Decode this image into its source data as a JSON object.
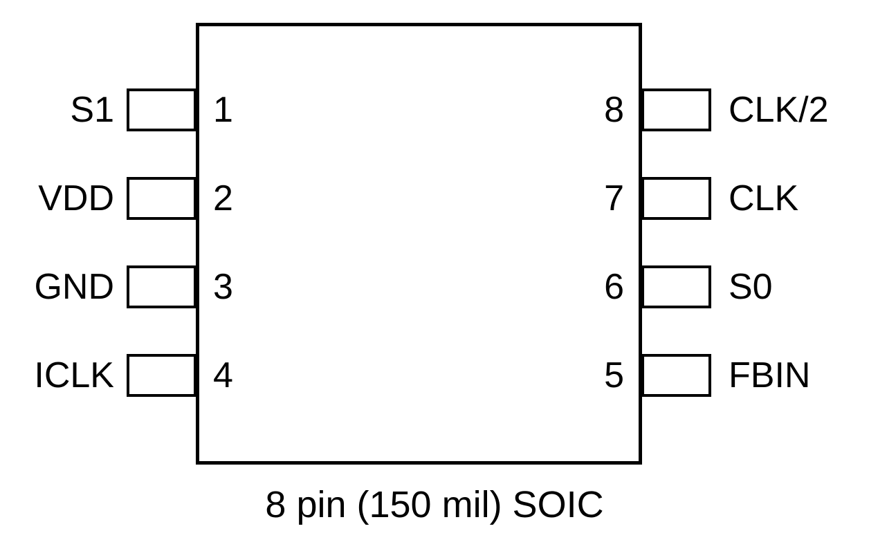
{
  "diagram": {
    "caption": "8 pin (150 mil) SOIC",
    "package_outline_name": "ic-body-outline",
    "colors": {
      "stroke": "#000000",
      "background": "#ffffff"
    },
    "left_pins": [
      {
        "number": "1",
        "label": "S1"
      },
      {
        "number": "2",
        "label": "VDD"
      },
      {
        "number": "3",
        "label": "GND"
      },
      {
        "number": "4",
        "label": "ICLK"
      }
    ],
    "right_pins": [
      {
        "number": "8",
        "label": "CLK/2"
      },
      {
        "number": "7",
        "label": "CLK"
      },
      {
        "number": "6",
        "label": "S0"
      },
      {
        "number": "5",
        "label": "FBIN"
      }
    ]
  }
}
